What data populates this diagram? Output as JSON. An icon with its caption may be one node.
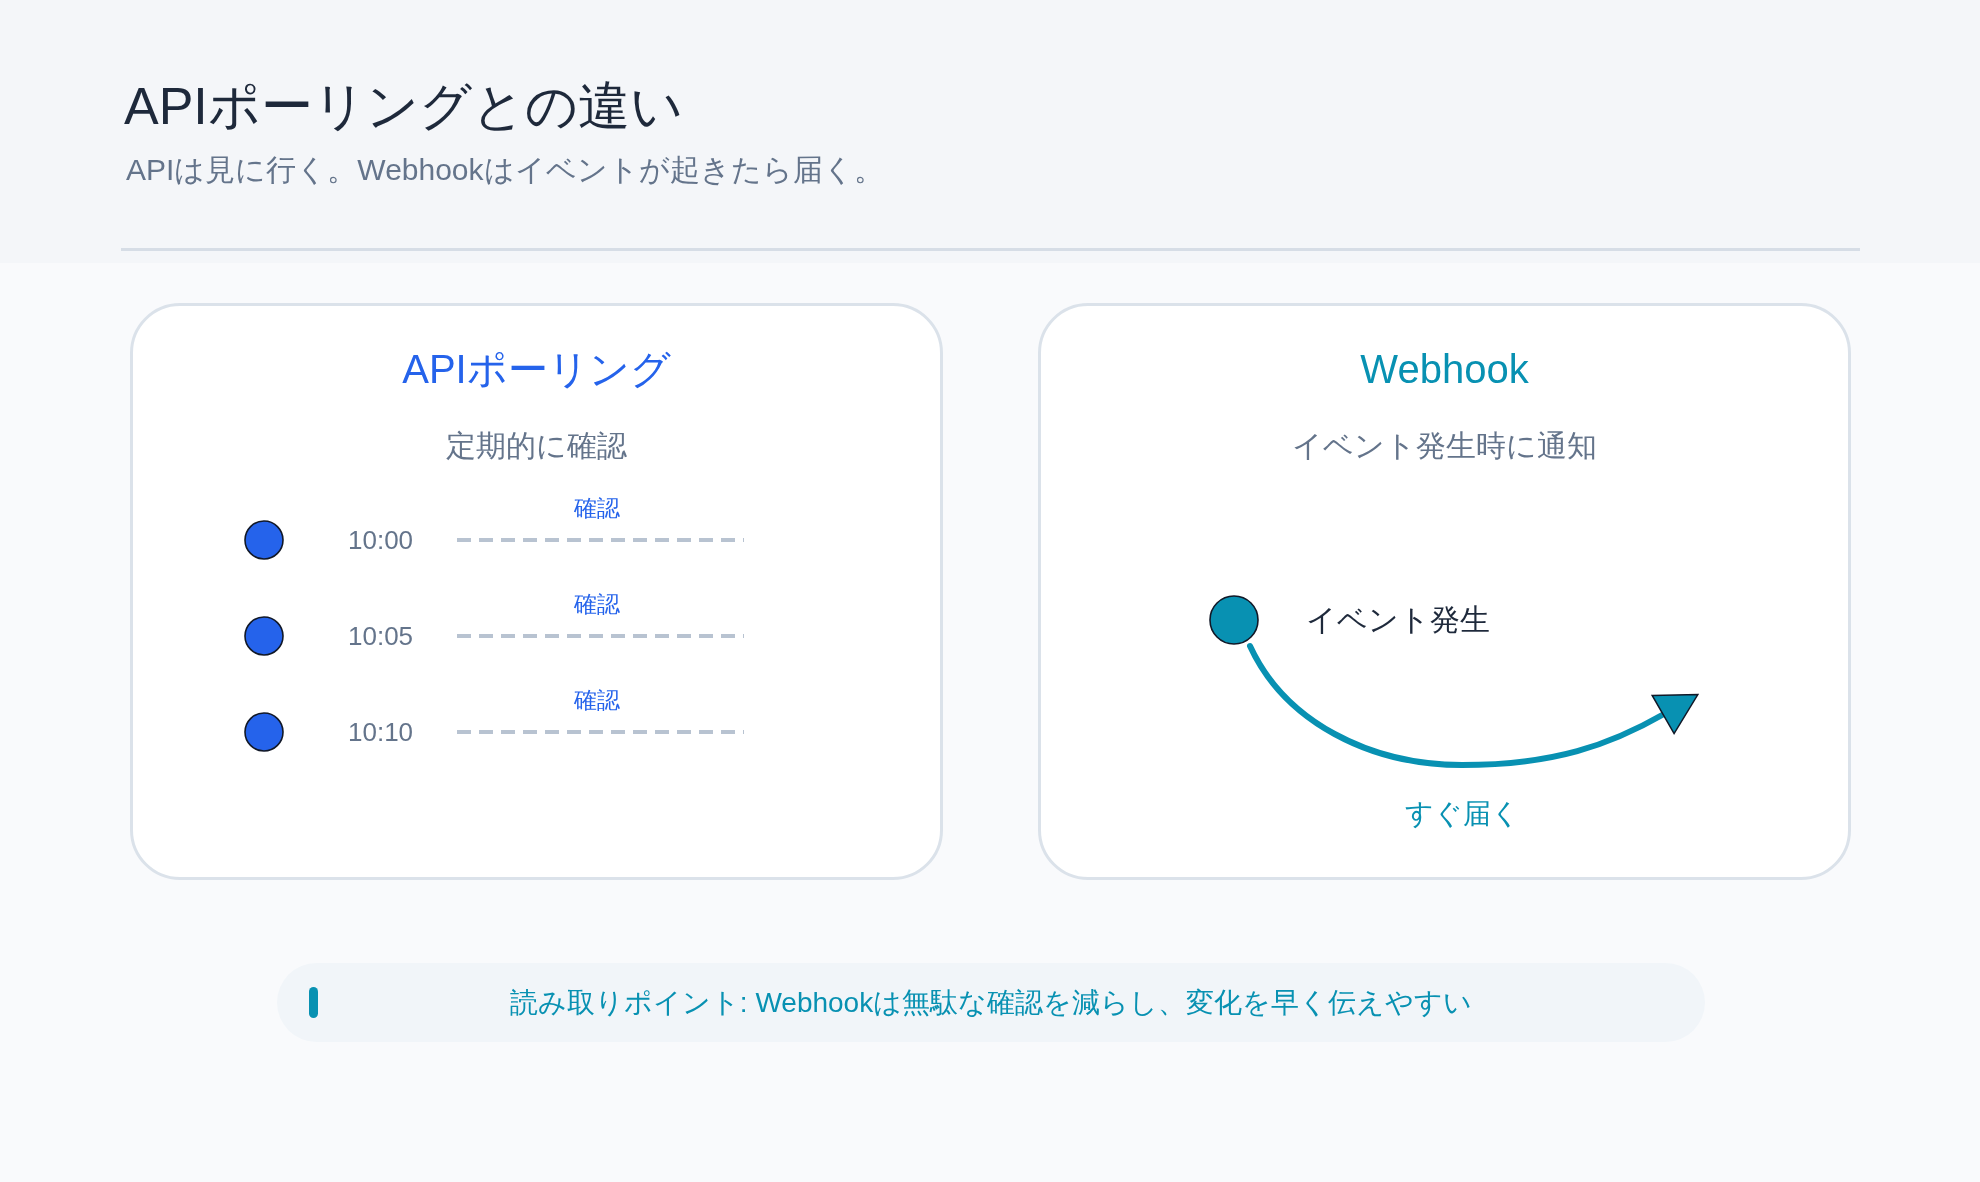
{
  "diagram": {
    "title": "APIポーリングとの違い",
    "nodes": [
      {
        "text": [
          "APIポーリング",
          "定期的に確認"
        ]
      },
      {
        "text": [
          "Webhook",
          "イベント発生時に通知"
        ]
      },
      {
        "text": [],
        "shape": "circle",
        "in": 0,
        "beside": [
          "10:00"
        ]
      },
      {
        "text": [],
        "shape": "circle",
        "in": 0,
        "beside": [
          "10:05"
        ]
      },
      {
        "text": [],
        "shape": "circle",
        "in": 0,
        "beside": [
          "10:10"
        ]
      },
      {
        "text": [],
        "shape": "circle",
        "in": 1,
        "beside": [
          "イベント発生"
        ]
      },
      {
        "text": [
          "読み取りポイント: Webhookは無駄な確認を減らし、変化を早く伝えやすい"
        ]
      }
    ],
    "edges": [
      {
        "from": 2,
        "to": null,
        "arrow": "none",
        "label": "確認",
        "style": "dashed"
      },
      {
        "from": 3,
        "to": null,
        "arrow": "none",
        "label": "確認",
        "style": "dashed"
      },
      {
        "from": 4,
        "to": null,
        "arrow": "none",
        "label": "確認",
        "style": "dashed"
      },
      {
        "from": 5,
        "to": null,
        "arrow": "to",
        "label": "すぐ届く",
        "color": "#0891b2"
      }
    ],
    "labels": [
      "APIは見に行く。Webhookはイベントが起きたら届く。"
    ]
  }
}
